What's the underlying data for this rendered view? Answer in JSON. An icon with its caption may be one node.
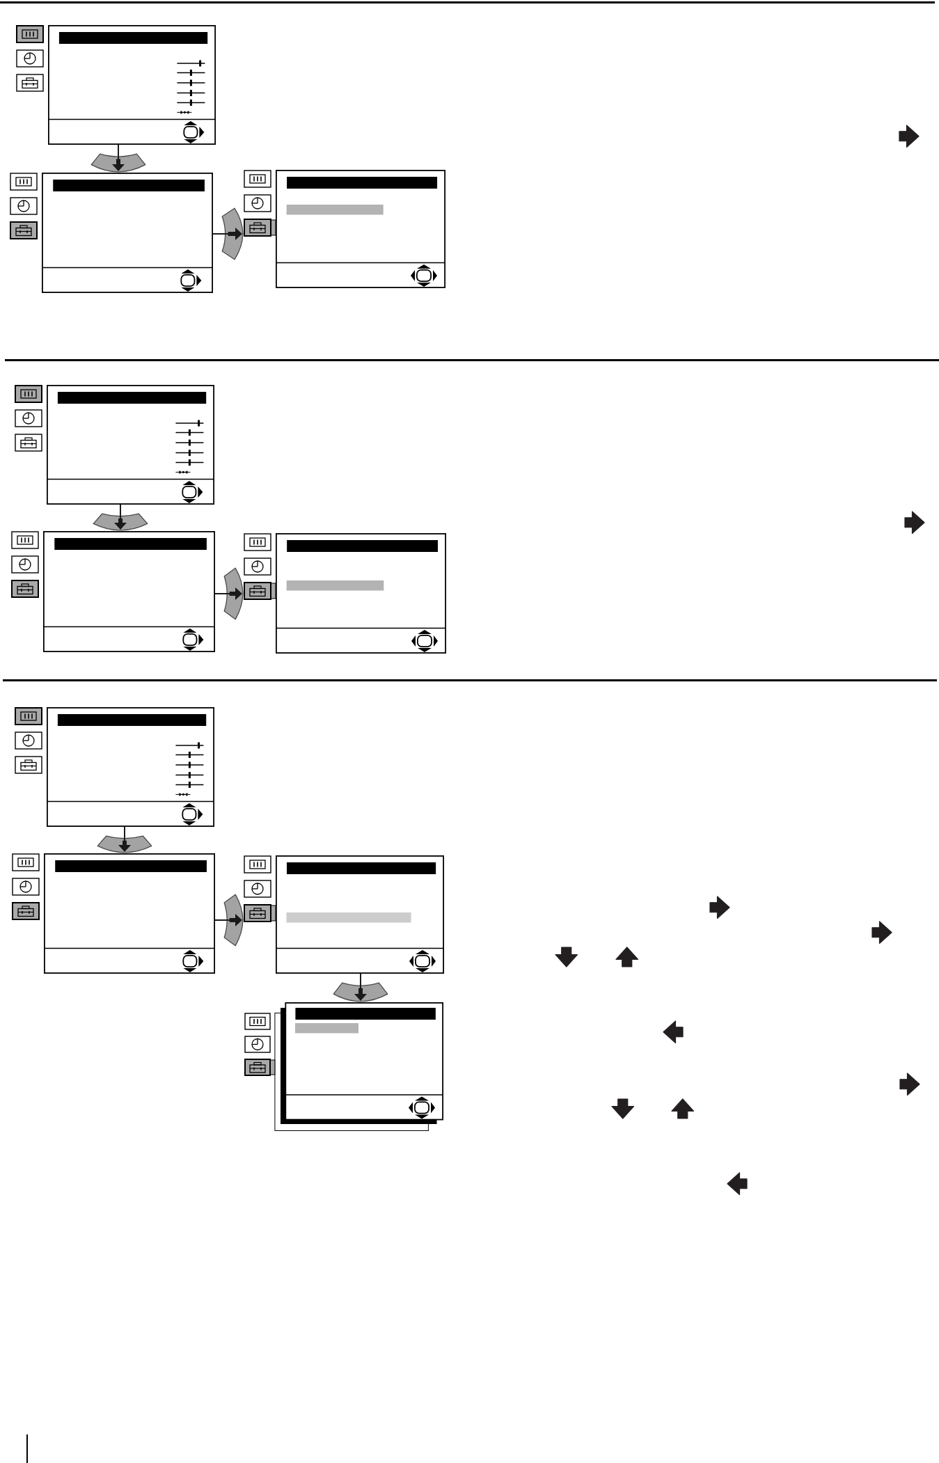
{
  "diagram": {
    "nodes": [
      {
        "text": [],
        "shape": "picture"
      },
      {
        "text": [],
        "shape": "picture"
      },
      {
        "text": [],
        "shape": "picture"
      },
      {
        "text": [],
        "shape": "picture"
      },
      {
        "text": [],
        "shape": "picture"
      },
      {
        "text": [],
        "shape": "picture"
      },
      {
        "text": [],
        "shape": "picture"
      },
      {
        "text": [],
        "shape": "picture"
      },
      {
        "text": [],
        "shape": "picture"
      },
      {
        "text": [],
        "shape": "picture"
      }
    ],
    "edges": [
      {
        "from": 0,
        "to": 1,
        "arrow": "to"
      },
      {
        "from": 1,
        "to": 2,
        "arrow": "to"
      },
      {
        "from": 3,
        "to": 4,
        "arrow": "to"
      },
      {
        "from": 4,
        "to": 5,
        "arrow": "to"
      },
      {
        "from": 6,
        "to": 7,
        "arrow": "to"
      },
      {
        "from": 7,
        "to": 8,
        "arrow": "to"
      },
      {
        "from": 8,
        "to": 9,
        "arrow": "to"
      }
    ]
  }
}
